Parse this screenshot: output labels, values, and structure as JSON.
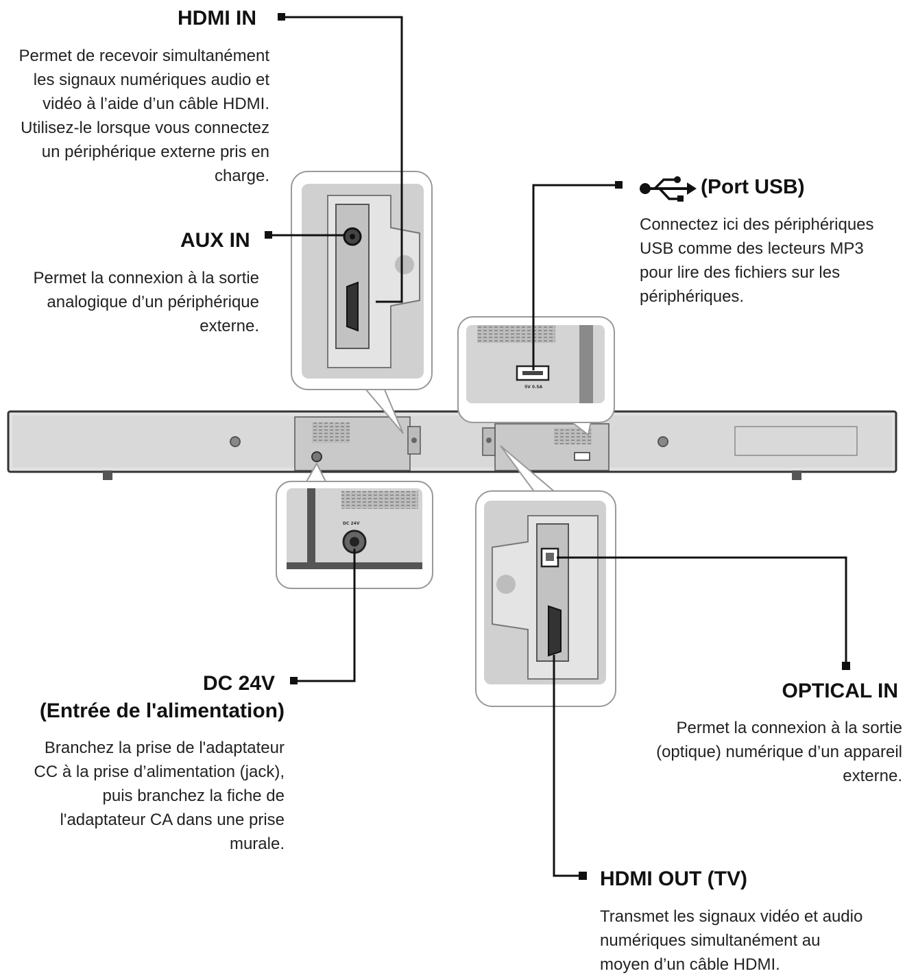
{
  "hdmi_in": {
    "title": "HDMI IN",
    "description": [
      "Permet de recevoir simultanément",
      "les signaux numériques audio et",
      "vidéo à l’aide d’un câble HDMI.",
      "Utilisez-le lorsque vous connectez",
      "un périphérique externe pris en",
      "charge."
    ]
  },
  "aux_in": {
    "title": "AUX IN",
    "description": [
      "Permet la connexion à la sortie",
      "analogique d’un périphérique",
      "externe."
    ]
  },
  "usb": {
    "title": "(Port USB)",
    "icon": "usb-icon",
    "description": [
      "Connectez ici des périphériques",
      "USB comme des lecteurs MP3",
      "pour lire des fichiers sur les",
      "périphériques."
    ]
  },
  "dc": {
    "title": "DC 24V",
    "subtitle": "(Entrée de l'alimentation)",
    "description": [
      "Branchez la prise de l'adaptateur",
      "CC à la prise d’alimentation (jack),",
      "puis branchez la fiche de",
      "l'adaptateur CA dans une prise",
      "murale."
    ]
  },
  "optical_in": {
    "title": "OPTICAL IN",
    "description": [
      "Permet la connexion à la sortie",
      "(optique) numérique d’un appareil",
      "externe."
    ]
  },
  "hdmi_out": {
    "title": "HDMI OUT (TV)",
    "description": [
      "Transmet les signaux vidéo et audio",
      "numériques simultanément au",
      "moyen d’un câble HDMI."
    ]
  },
  "panel_labels": {
    "usb_rating": "5V 0.5A",
    "dc_label": "DC 24V"
  },
  "colors": {
    "line": "#111111",
    "device_fill": "#d4d4d4",
    "device_dark": "#8a8a8a"
  }
}
